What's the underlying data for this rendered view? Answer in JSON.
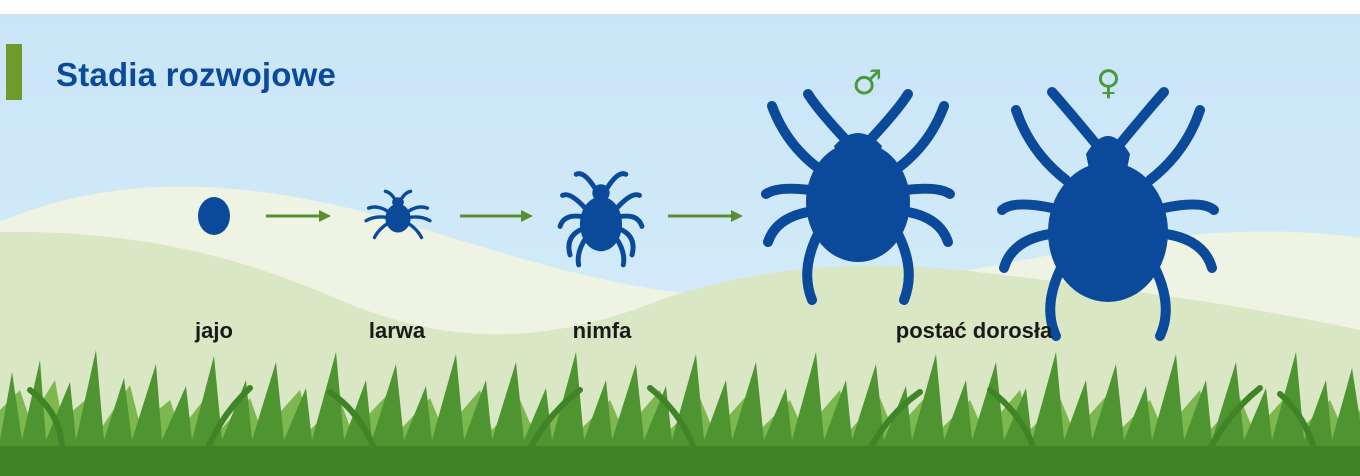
{
  "title": "Stadia rozwojowe",
  "stages": [
    {
      "label": "jajo"
    },
    {
      "label": "larwa"
    },
    {
      "label": "nimfa"
    },
    {
      "label": "postać dorosła"
    }
  ],
  "adult_symbols": {
    "male": "♂",
    "female": "♀"
  },
  "colors": {
    "title": "#0b4a9a",
    "accent_bar": "#6e9c2c",
    "tick": "#0b4a9a",
    "arrow": "#5b8e33",
    "sky": "#cfe8f7",
    "hill_far": "#eef3e3",
    "hill_near": "#d9e7c4",
    "grass": "#5aa03a",
    "symbol": "#4a9a3c"
  },
  "icons": [
    "egg-icon",
    "larva-tick-icon",
    "nymph-tick-icon",
    "male-tick-icon",
    "female-tick-icon",
    "arrow-icon",
    "male-symbol",
    "female-symbol"
  ]
}
